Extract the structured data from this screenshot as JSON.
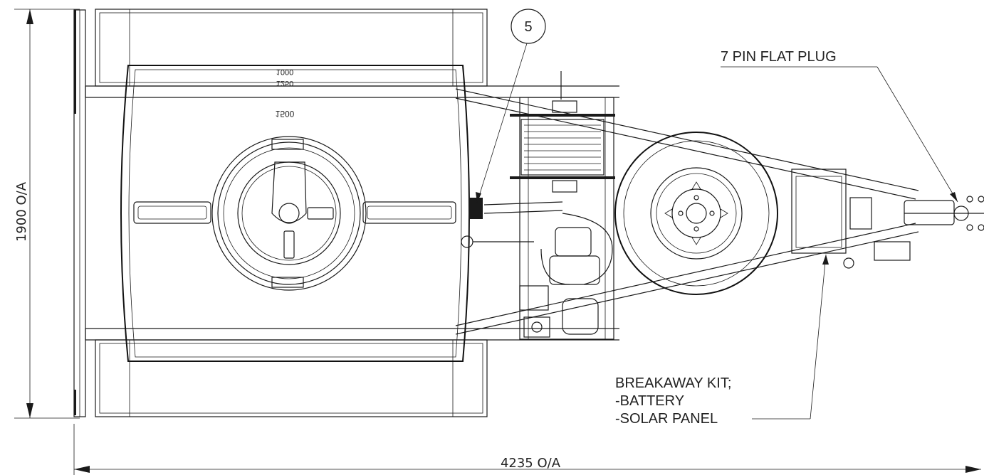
{
  "labels": {
    "width_dim": "1900 O/A",
    "length_dim": "4235 O/A",
    "plug": "7 PIN FLAT PLUG",
    "breakaway_line1": "BREAKAWAY KIT;",
    "breakaway_line2": "-BATTERY",
    "breakaway_line3": "-SOLAR PANEL",
    "balloon": "5"
  },
  "tank_marks": [
    "1500",
    "1250",
    "1000"
  ]
}
